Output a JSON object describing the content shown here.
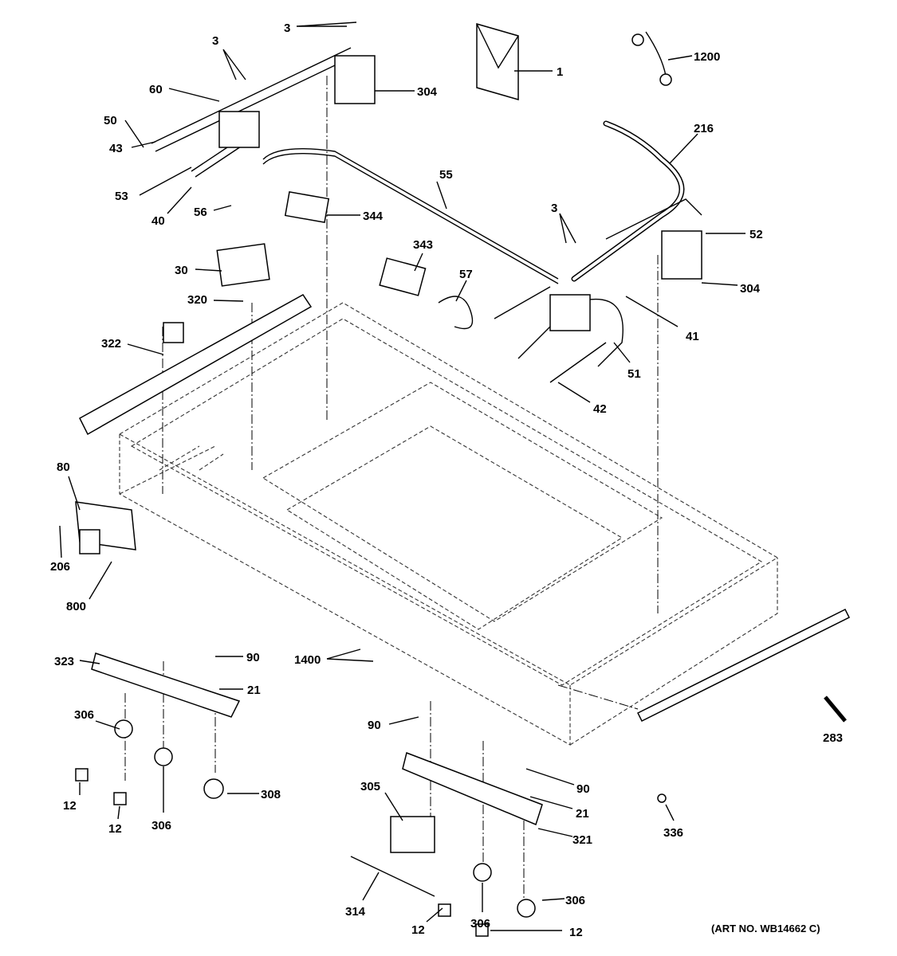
{
  "diagram": {
    "art_number": "(ART NO. WB14662 C)",
    "labels": [
      "3",
      "3",
      "60",
      "50",
      "43",
      "53",
      "40",
      "56",
      "304",
      "1",
      "1200",
      "216",
      "55",
      "344",
      "30",
      "343",
      "57",
      "3",
      "52",
      "304",
      "320",
      "322",
      "41",
      "51",
      "42",
      "80",
      "206",
      "800",
      "90",
      "323",
      "1400",
      "21",
      "306",
      "90",
      "283",
      "90",
      "308",
      "305",
      "12",
      "12",
      "306",
      "21",
      "321",
      "336",
      "314",
      "306",
      "306",
      "12",
      "12"
    ]
  }
}
